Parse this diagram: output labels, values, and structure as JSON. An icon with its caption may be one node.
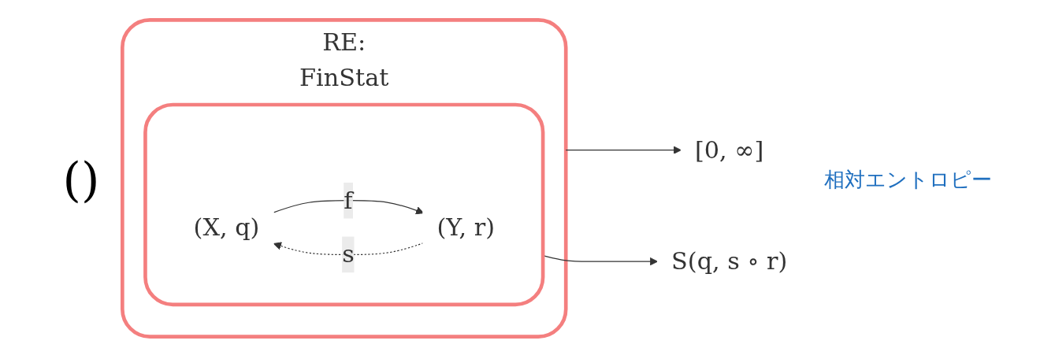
{
  "diagram": {
    "nodes": [
      {
        "text": [
          "RE:",
          "FinStat"
        ]
      },
      {
        "text": [],
        "shape": "box",
        "in": 0
      },
      {
        "text": [
          "(X, q)"
        ],
        "in": 1
      },
      {
        "text": [
          "(Y, r)"
        ],
        "in": 1
      },
      {
        "text": [
          "[0, ∞]"
        ]
      },
      {
        "text": [
          "S(q, s ∘ r)"
        ],
        "beside": [
          "相対エントロピー"
        ]
      }
    ],
    "edges": [
      {
        "from": 3,
        "to": 2,
        "arrow": "to",
        "label": "s",
        "style": "dashed"
      },
      {
        "from": 2,
        "to": 3,
        "arrow": "to",
        "label": "f"
      },
      {
        "from": 0,
        "to": 4,
        "arrow": "to"
      },
      {
        "from": 1,
        "to": 5,
        "arrow": "to"
      }
    ],
    "labels": [
      "(",
      ")"
    ]
  }
}
